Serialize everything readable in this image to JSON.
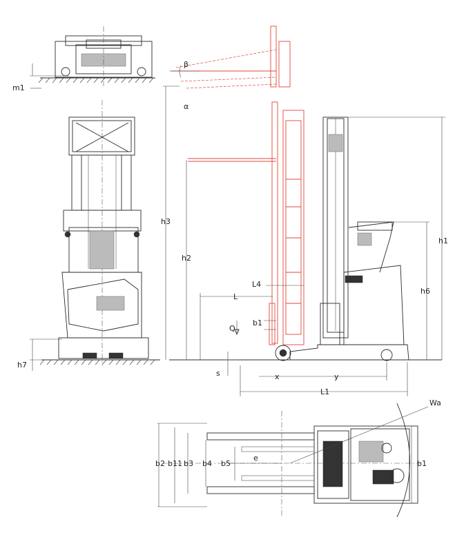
{
  "labels": {
    "m1": "m1",
    "beta": "β",
    "alpha": "α",
    "h3": "h3",
    "h2": "h2",
    "h1": "h1",
    "h6": "h6",
    "h7": "h7",
    "L4": "L4",
    "L": "L",
    "Q": "Q",
    "b1_side": "b1",
    "s": "s",
    "x": "x",
    "y": "y",
    "L1": "L1",
    "Wa": "Wa",
    "b2": "b2",
    "b11": "b11",
    "b3": "b3",
    "b4": "b4",
    "b5": "b5",
    "e": "e",
    "b1_plan": "b1"
  },
  "colors": {
    "line": "#2a2a2a",
    "accent_red": "#e0453a",
    "background": "#ffffff"
  }
}
